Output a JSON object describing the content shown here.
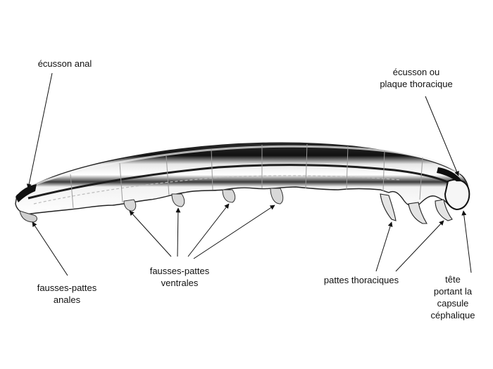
{
  "labels": {
    "anal_shield": {
      "lines": [
        "écusson anal"
      ]
    },
    "thoracic_shield": {
      "lines": [
        "écusson ou",
        "plaque thoracique"
      ]
    },
    "anal_prolegs": {
      "lines": [
        "fausses-pattes",
        "anales"
      ]
    },
    "ventral_prolegs": {
      "lines": [
        "fausses-pattes",
        "ventrales"
      ]
    },
    "thoracic_legs": {
      "lines": [
        "pattes thoraciques"
      ]
    },
    "head": {
      "lines": [
        "tête",
        "portant la",
        "capsule",
        "céphalique"
      ]
    }
  },
  "colors": {
    "background": "#ffffff",
    "body_dark": "#1c1c1c",
    "body_mid": "#8a8a8a",
    "body_light": "#eeeeee",
    "outline": "#222222",
    "text": "#111111"
  },
  "icons": [
    "caterpillar-illustration"
  ]
}
